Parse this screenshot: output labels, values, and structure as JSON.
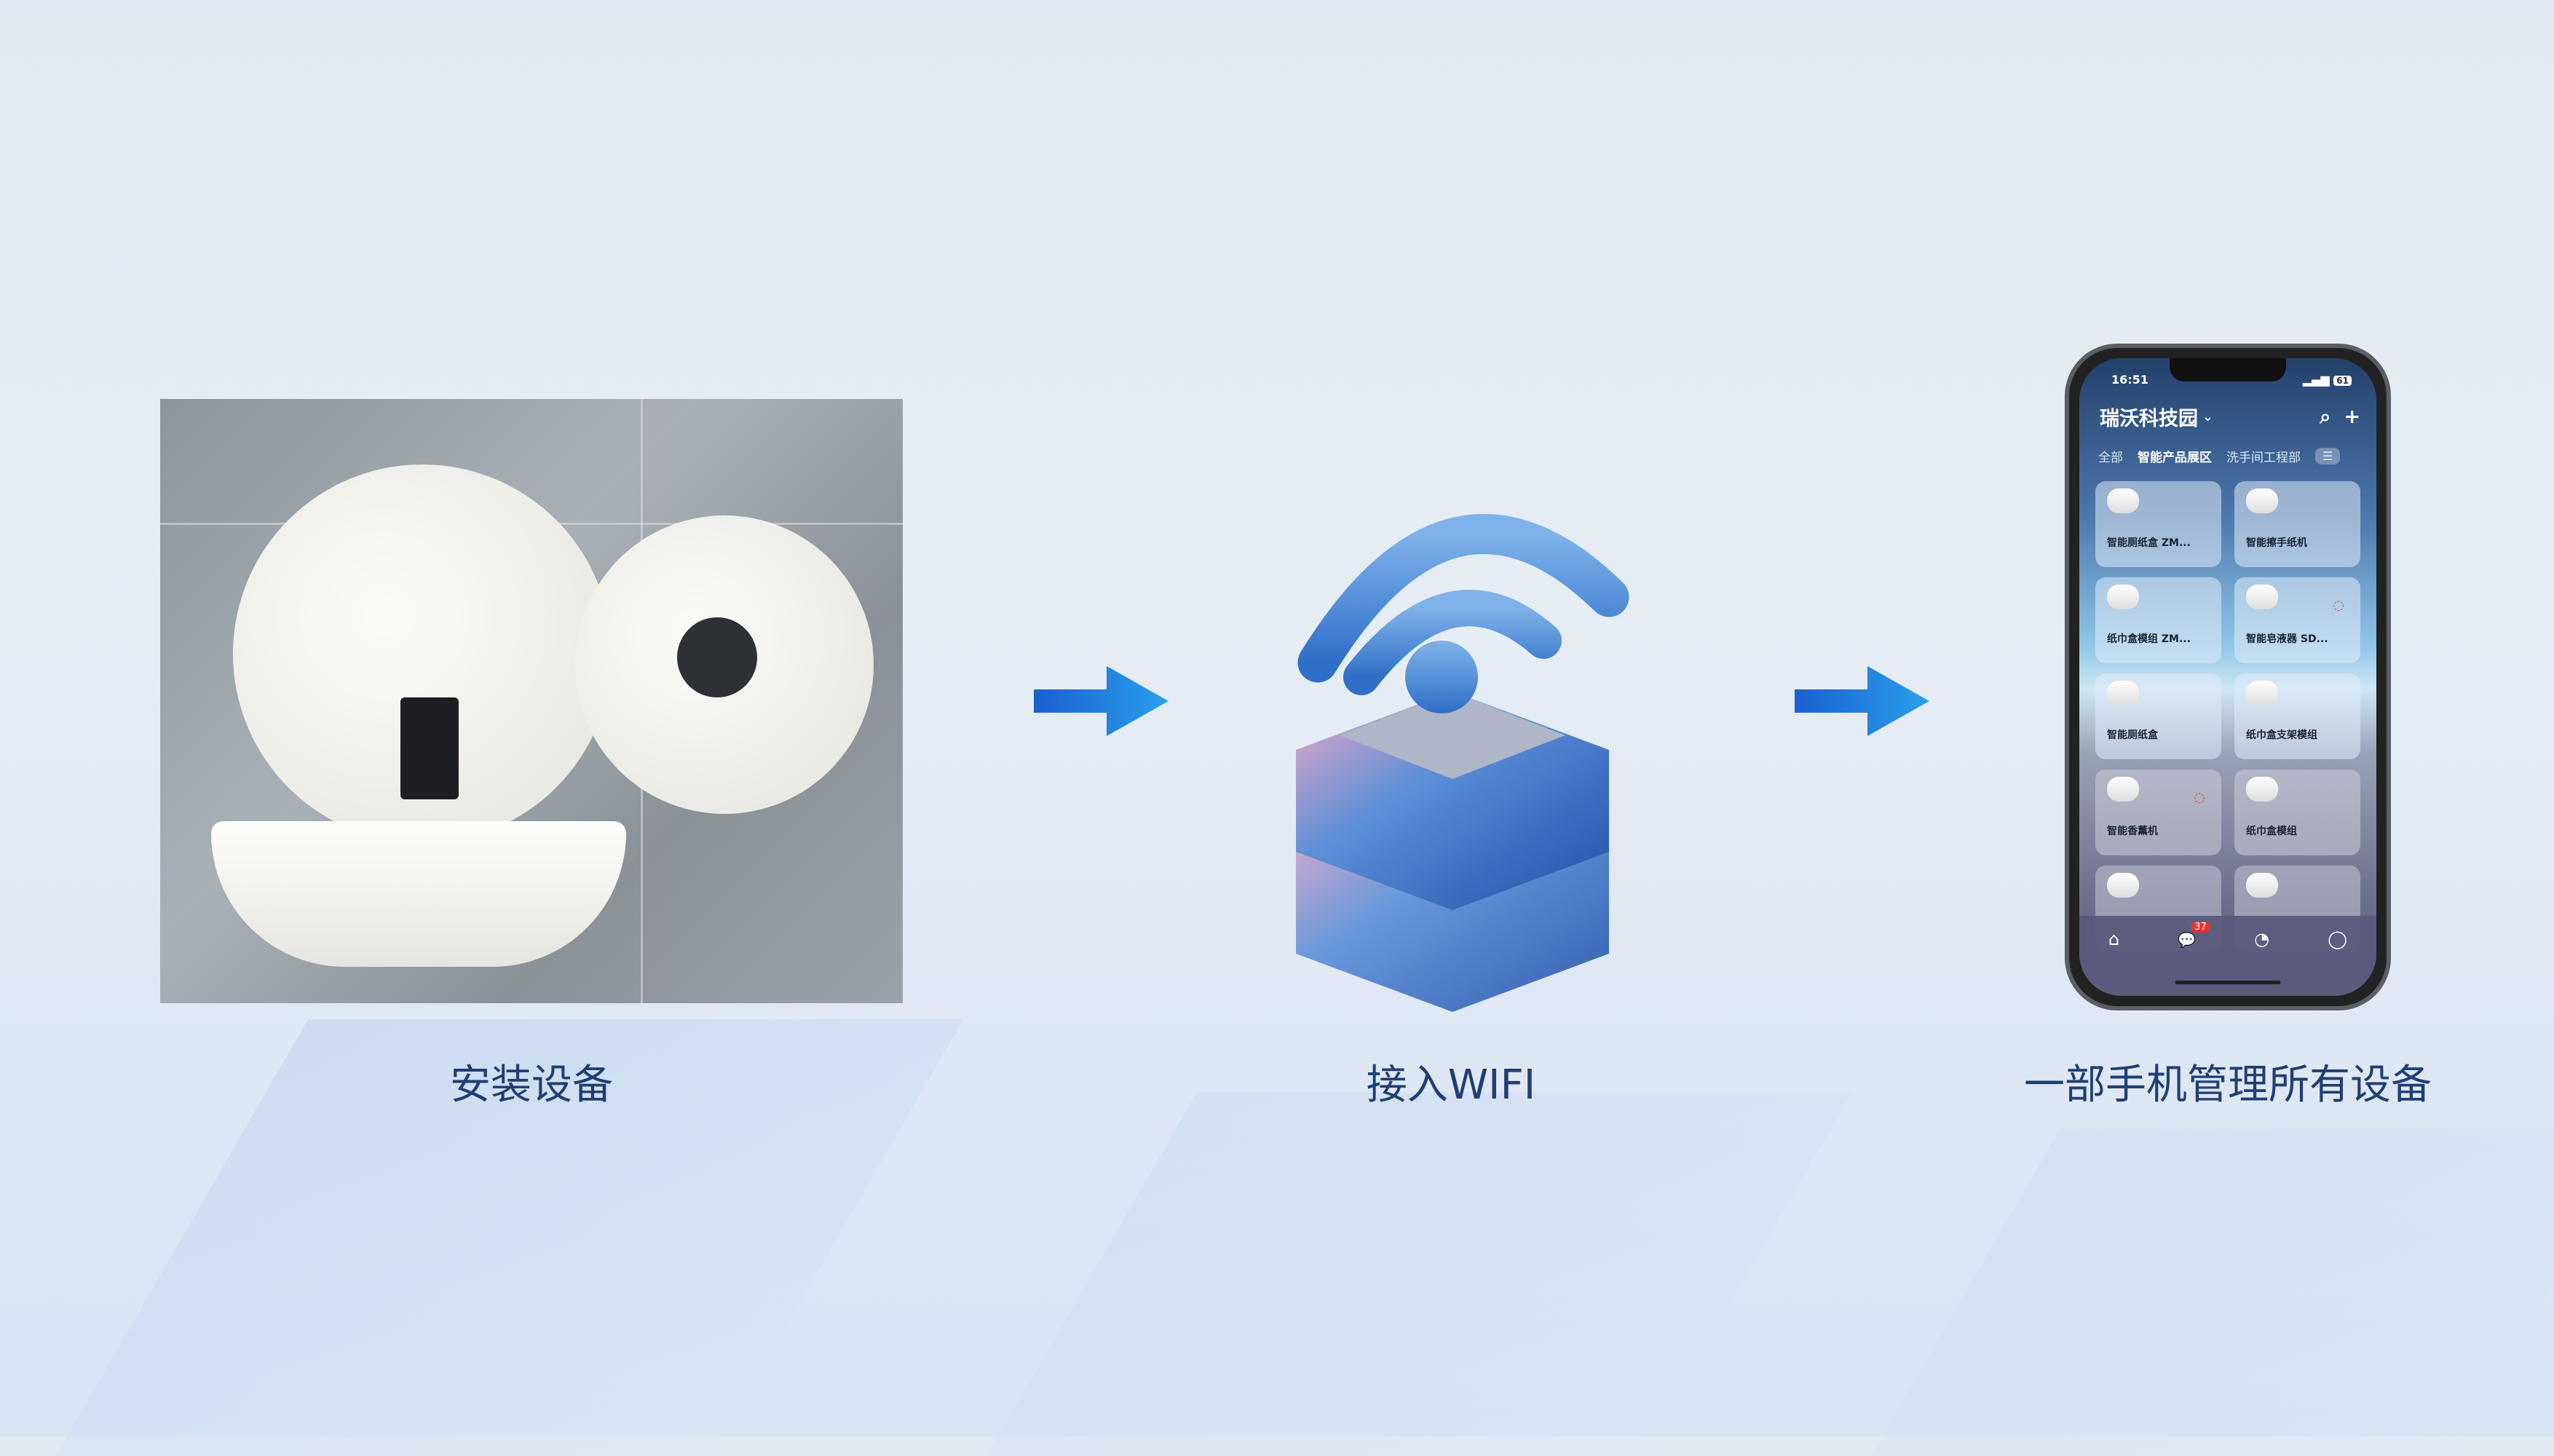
{
  "steps": [
    {
      "label": "安装设备"
    },
    {
      "label": "接入WIFI"
    },
    {
      "label": "一部手机管理所有设备"
    }
  ],
  "colors": {
    "accent": "#1f7ee0",
    "label": "#1f3f73"
  },
  "phone": {
    "time": "16:51",
    "battery": "61",
    "title": "瑞沃科技园",
    "chevron": "⌄",
    "search_icon": "⌕",
    "add_icon": "+",
    "tabs": [
      "全部",
      "智能产品展区",
      "洗手间工程部"
    ],
    "menu_icon": "☰",
    "devices": [
      {
        "name": "智能厕纸盒 ZM...",
        "alert": false
      },
      {
        "name": "智能擦手纸机",
        "alert": false
      },
      {
        "name": "纸巾盒模组 ZM...",
        "alert": false
      },
      {
        "name": "智能皂液器 SD...",
        "alert": true
      },
      {
        "name": "智能厕纸盒",
        "alert": false
      },
      {
        "name": "纸巾盒支架模组",
        "alert": false
      },
      {
        "name": "智能香薰机",
        "alert": true
      },
      {
        "name": "纸巾盒模组",
        "alert": false
      }
    ],
    "nav": {
      "home": "⌂",
      "messages": "💬",
      "message_badge": "37",
      "stats": "◔",
      "profile": "◯"
    }
  }
}
